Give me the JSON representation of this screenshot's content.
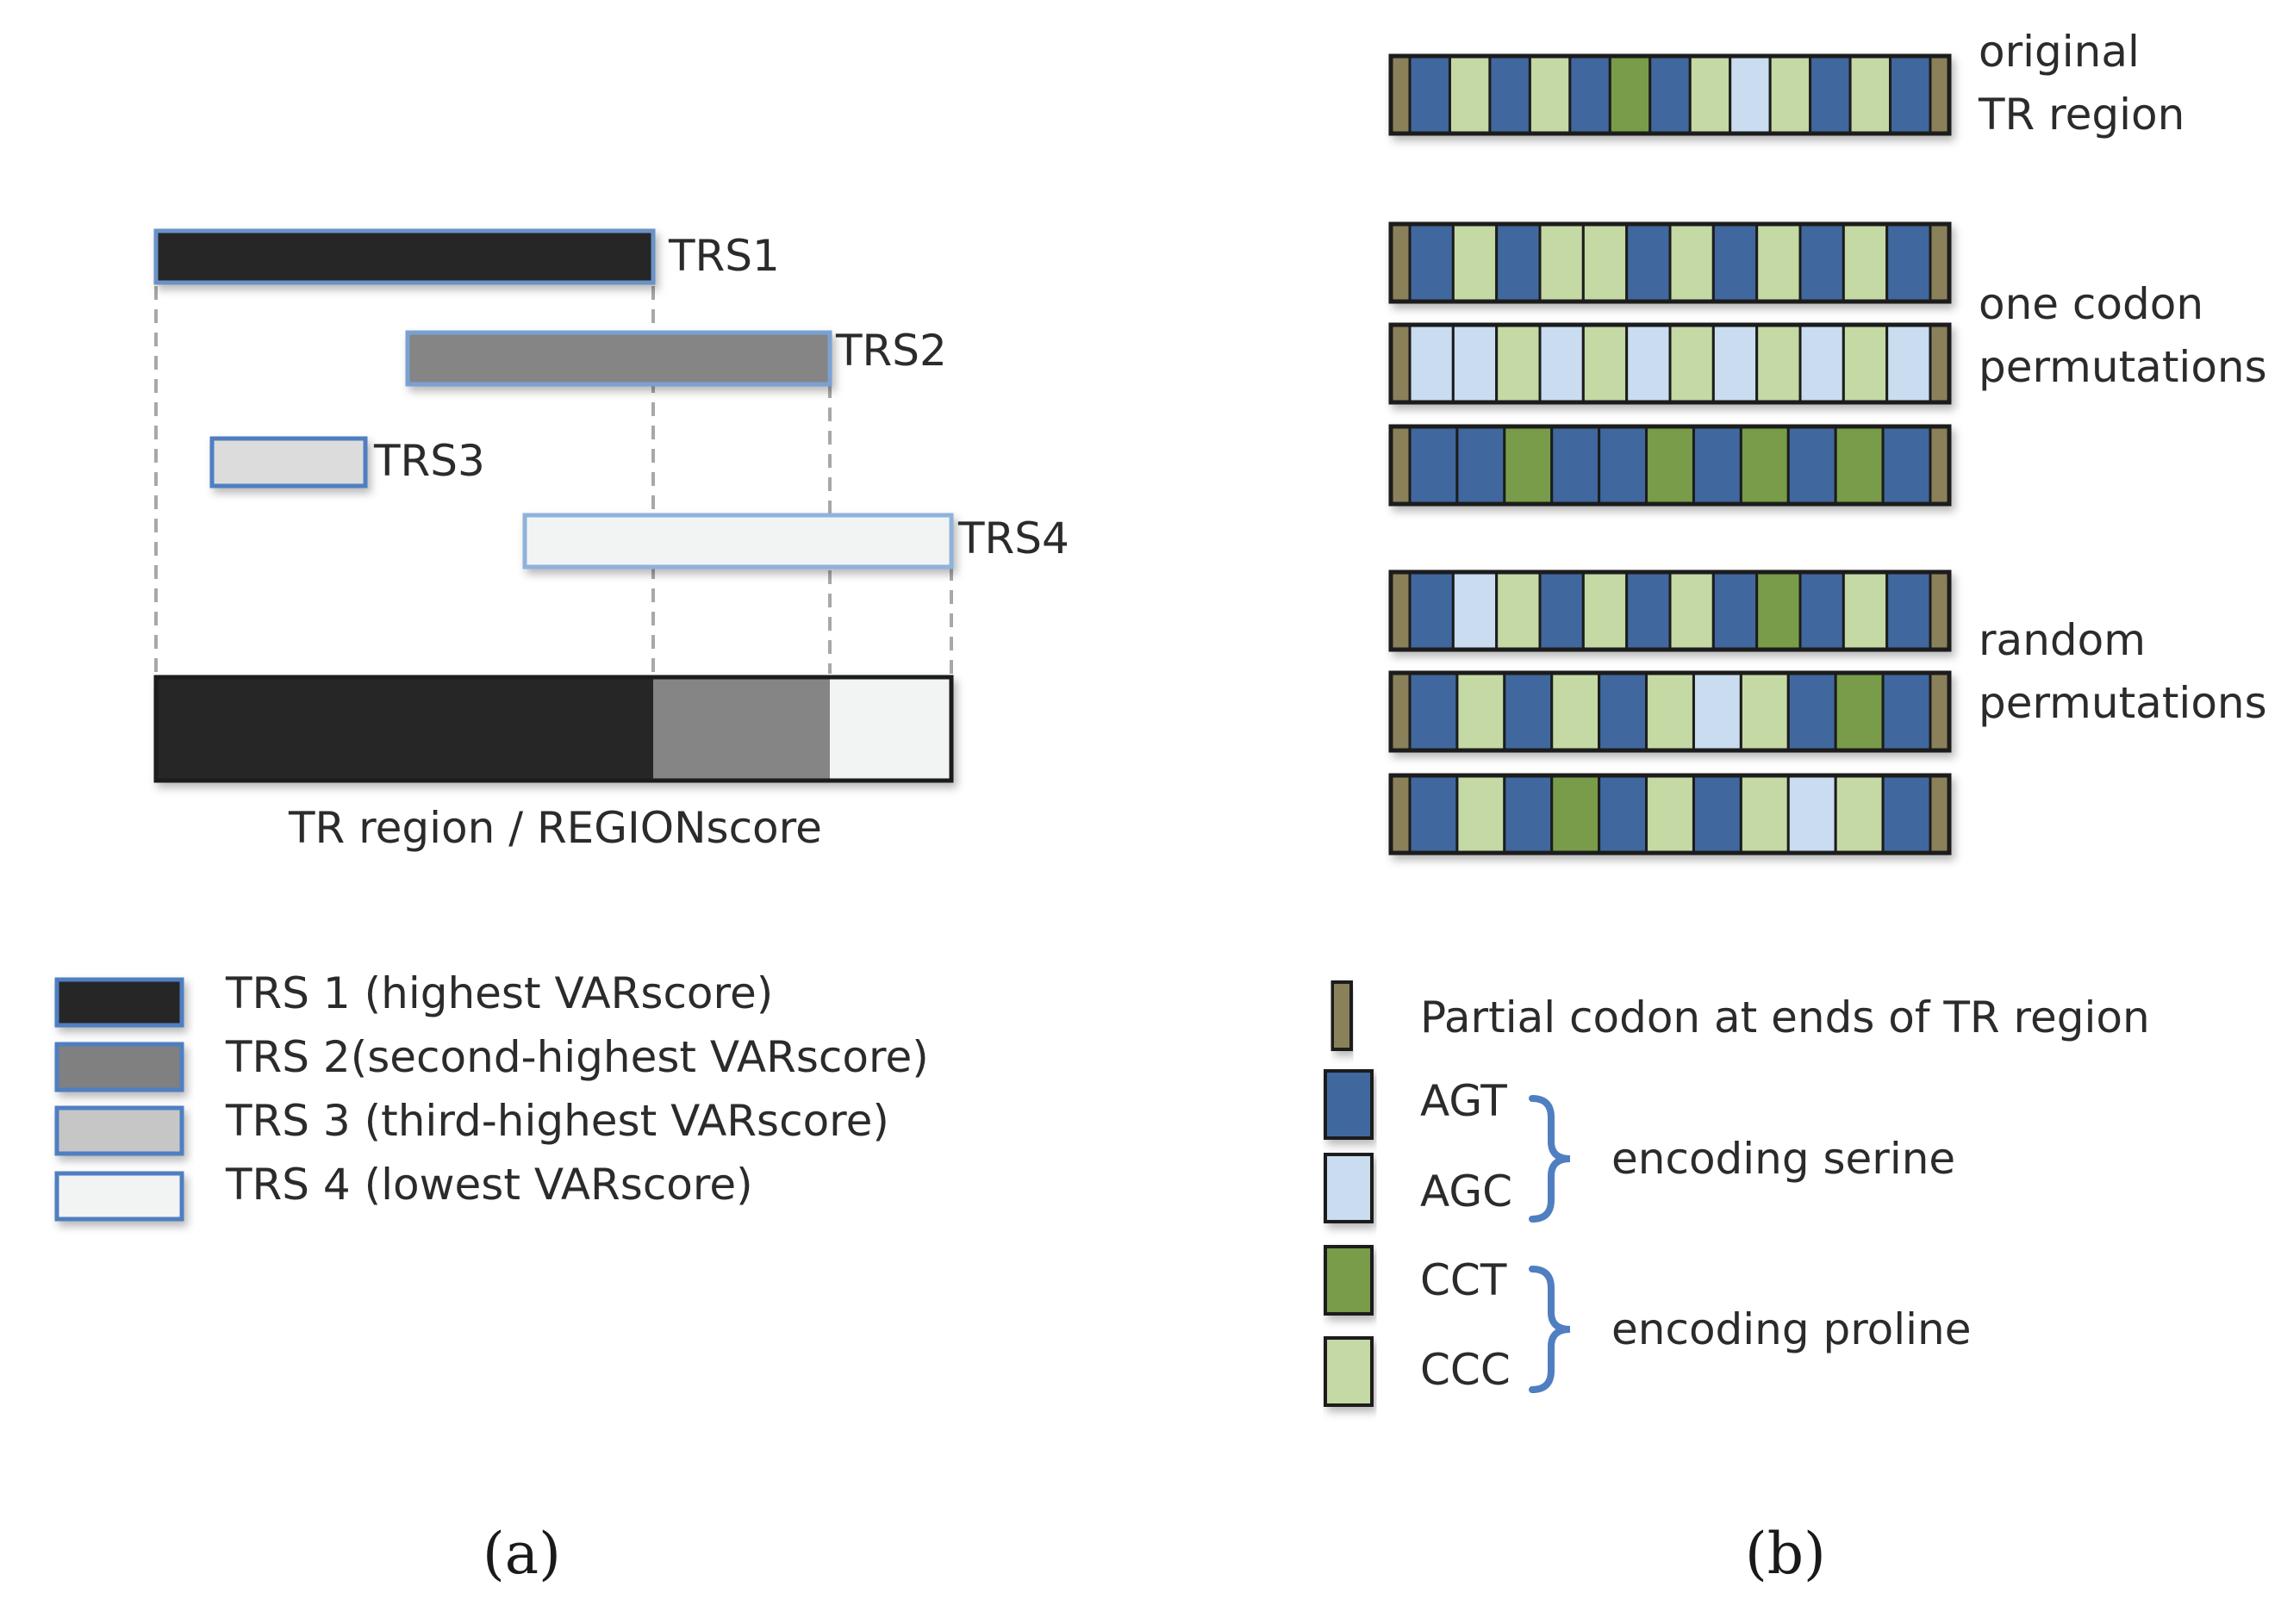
{
  "panel_a": {
    "trs_bars": [
      {
        "label": "TRS1",
        "fill": "#262626"
      },
      {
        "label": "TRS2",
        "fill": "#858585"
      },
      {
        "label": "TRS3",
        "fill": "#dcdcdc"
      },
      {
        "label": "TRS4",
        "fill": "#f2f4f4"
      }
    ],
    "region_label": "TR region / REGIONscore",
    "region_colors": [
      "#262626",
      "#858585",
      "#f2f4f4"
    ],
    "legend": [
      {
        "label": "TRS 1 (highest VARscore)",
        "fill": "#262626"
      },
      {
        "label": "TRS 2(second-highest VARscore)",
        "fill": "#808080"
      },
      {
        "label": "TRS 3 (third-highest VARscore)",
        "fill": "#c6c6c6"
      },
      {
        "label": "TRS 4 (lowest VARscore)",
        "fill": "#f2f4f4"
      }
    ],
    "caption": "(a)"
  },
  "panel_b": {
    "colors": {
      "E": "#8a805a",
      "A": "#3f679e",
      "B": "#c9dcf0",
      "C": "#789c4a",
      "D": "#c4d9a4"
    },
    "strips": [
      "ADADACADBDADA",
      "ADADDADADADA",
      "BBDBDBDBDBDB",
      "AACAACACACA",
      "ABDADADACADA",
      "ADADADBDACA",
      "ADACADADBDA"
    ],
    "group_labels": [
      {
        "line1": "original",
        "line2": "TR region"
      },
      {
        "line1": "one codon",
        "line2": "permutations"
      },
      {
        "line1": "random",
        "line2": "permutations"
      }
    ],
    "legend_partial": "Partial codon at ends of TR region",
    "codons": [
      {
        "label": "AGT",
        "key": "A"
      },
      {
        "label": "AGC",
        "key": "B"
      },
      {
        "label": "CCT",
        "key": "C"
      },
      {
        "label": "CCC",
        "key": "D"
      }
    ],
    "brace_labels": [
      "encoding serine",
      "encoding proline"
    ],
    "caption": "(b)"
  }
}
